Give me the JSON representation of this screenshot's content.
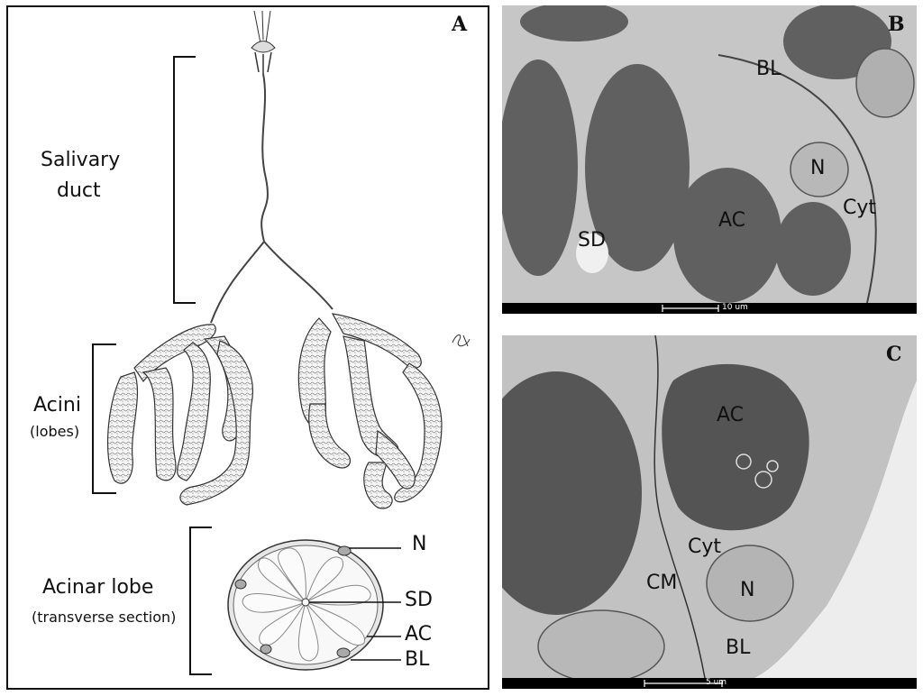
{
  "panel_a": {
    "letter": "A",
    "salivary_duct_line1": "Salivary",
    "salivary_duct_line2": "duct",
    "acini_line1": "Acini",
    "acini_line2": "(lobes)",
    "acinar_lobe_line1": "Acinar lobe",
    "acinar_lobe_line2": "(transverse section)",
    "section_labels": [
      "N",
      "SD",
      "AC",
      "BL"
    ]
  },
  "panel_b": {
    "letter": "B",
    "labels": {
      "bl": "BL",
      "n": "N",
      "cyt": "Cyt",
      "ac": "AC",
      "sd": "SD"
    },
    "scale": "10 um"
  },
  "panel_c": {
    "letter": "C",
    "labels": {
      "ac": "AC",
      "cyt": "Cyt",
      "cm": "CM",
      "n": "N",
      "bl": "BL"
    },
    "scale": "5 um"
  },
  "colors": {
    "em_bg": "#c8c8c8",
    "em_dark": "#5e5e5e",
    "line": "#222222"
  }
}
